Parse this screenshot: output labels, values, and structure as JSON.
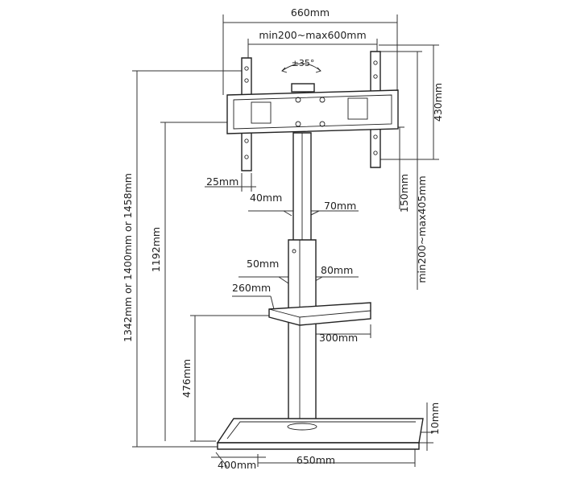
{
  "diagram": {
    "labels": {
      "overall_width": "660mm",
      "vesa_width": "min200~max600mm",
      "tilt": "±35°",
      "vesa_height_right": "430mm",
      "vesa_height_range": "min200~max405mm",
      "arm_offset": "150mm",
      "bracket_depth": "25mm",
      "upper_pole_depth": "40mm",
      "upper_pole_width": "70mm",
      "lower_pole_depth": "50mm",
      "lower_pole_width": "80mm",
      "shelf_depth": "260mm",
      "shelf_width": "300mm",
      "total_height": "1342mm or 1400mm or 1458mm",
      "height_to_mount": "1192mm",
      "shelf_height": "476mm",
      "base_thickness": "10mm",
      "base_depth": "400mm",
      "base_width": "650mm"
    }
  }
}
